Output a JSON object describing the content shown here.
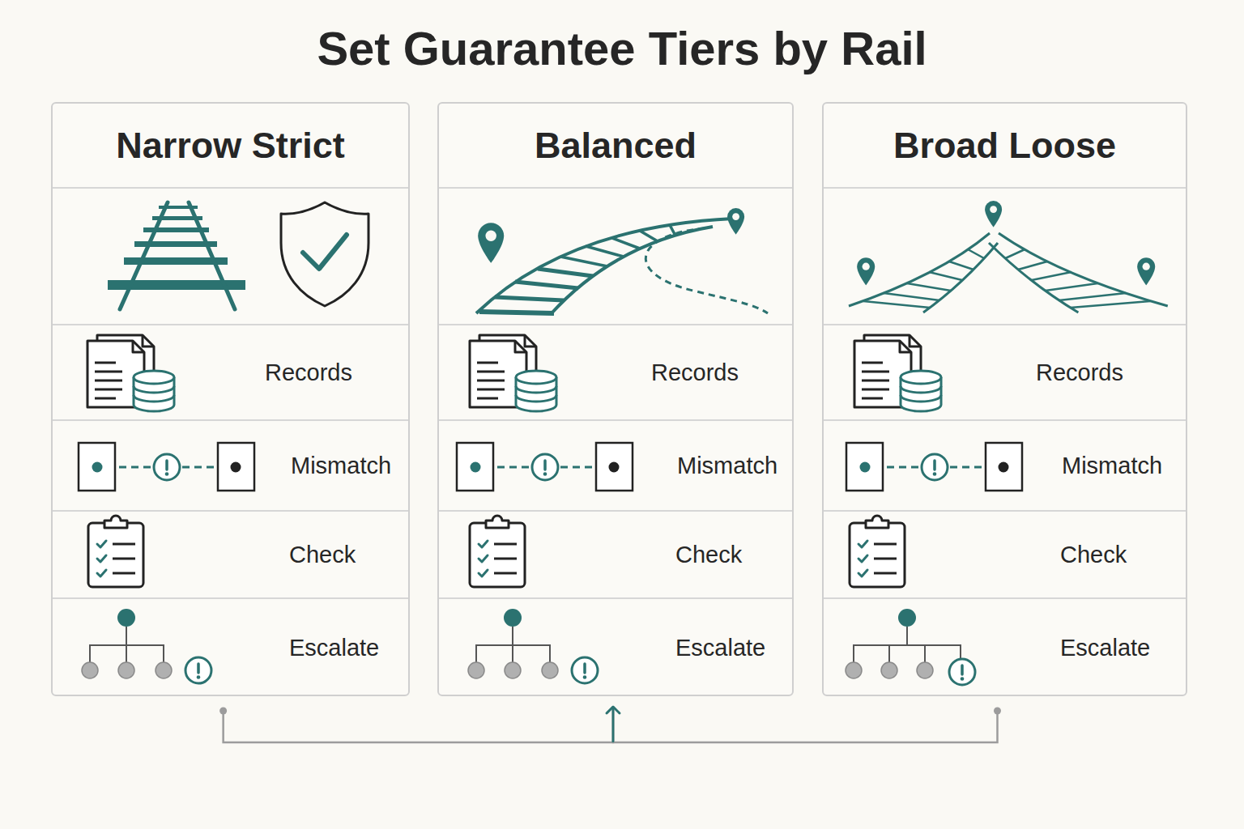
{
  "diagram": {
    "title": "Set Guarantee Tiers by Rail",
    "nodes": [
      {
        "text": [
          "Narrow Strict"
        ]
      },
      {
        "text": [
          "Records"
        ],
        "in": 0
      },
      {
        "text": [
          "Mismatch"
        ],
        "in": 0
      },
      {
        "text": [
          "Check"
        ],
        "in": 0
      },
      {
        "text": [
          "Escalate"
        ],
        "in": 0
      },
      {
        "text": [
          "Balanced"
        ]
      },
      {
        "text": [
          "Records"
        ],
        "in": 5
      },
      {
        "text": [
          "Mismatch"
        ],
        "in": 5
      },
      {
        "text": [
          "Check"
        ],
        "in": 5
      },
      {
        "text": [
          "Escalate"
        ],
        "in": 5
      },
      {
        "text": [
          "Broad Loose"
        ]
      },
      {
        "text": [
          "Records"
        ],
        "in": 10
      },
      {
        "text": [
          "Mismatch"
        ],
        "in": 10
      },
      {
        "text": [
          "Check"
        ],
        "in": 10
      },
      {
        "text": [
          "Escalate"
        ],
        "in": 10
      }
    ],
    "edges": [
      {
        "from": 0,
        "to": 5,
        "arrow": "to"
      },
      {
        "from": 10,
        "to": 5,
        "arrow": "to"
      }
    ]
  }
}
